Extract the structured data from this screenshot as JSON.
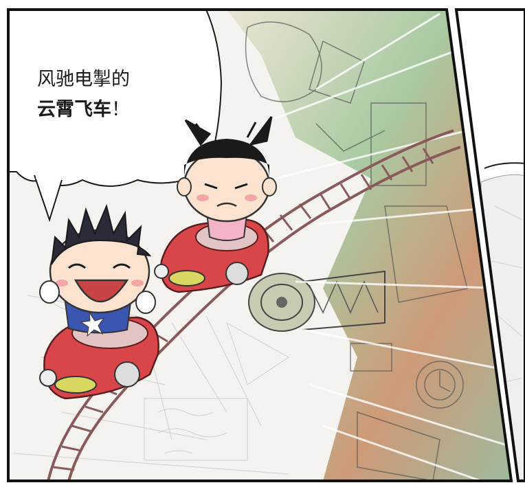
{
  "speech": {
    "line1": "风驰电掣的",
    "line2_bold": "云霄飞车",
    "line2_end": "！"
  },
  "colors": {
    "border": "#111111",
    "car_red": "#d9464a",
    "track": "#8a5a5a",
    "sky_sketch": "#c9c9c9",
    "machine_green": "#8fb58a",
    "machine_rust": "#b86b4a"
  },
  "icons": [
    "comic-panel-left",
    "comic-panel-right",
    "speech-bubble",
    "roller-coaster-track",
    "boy-character",
    "girl-character",
    "tower-machine"
  ]
}
